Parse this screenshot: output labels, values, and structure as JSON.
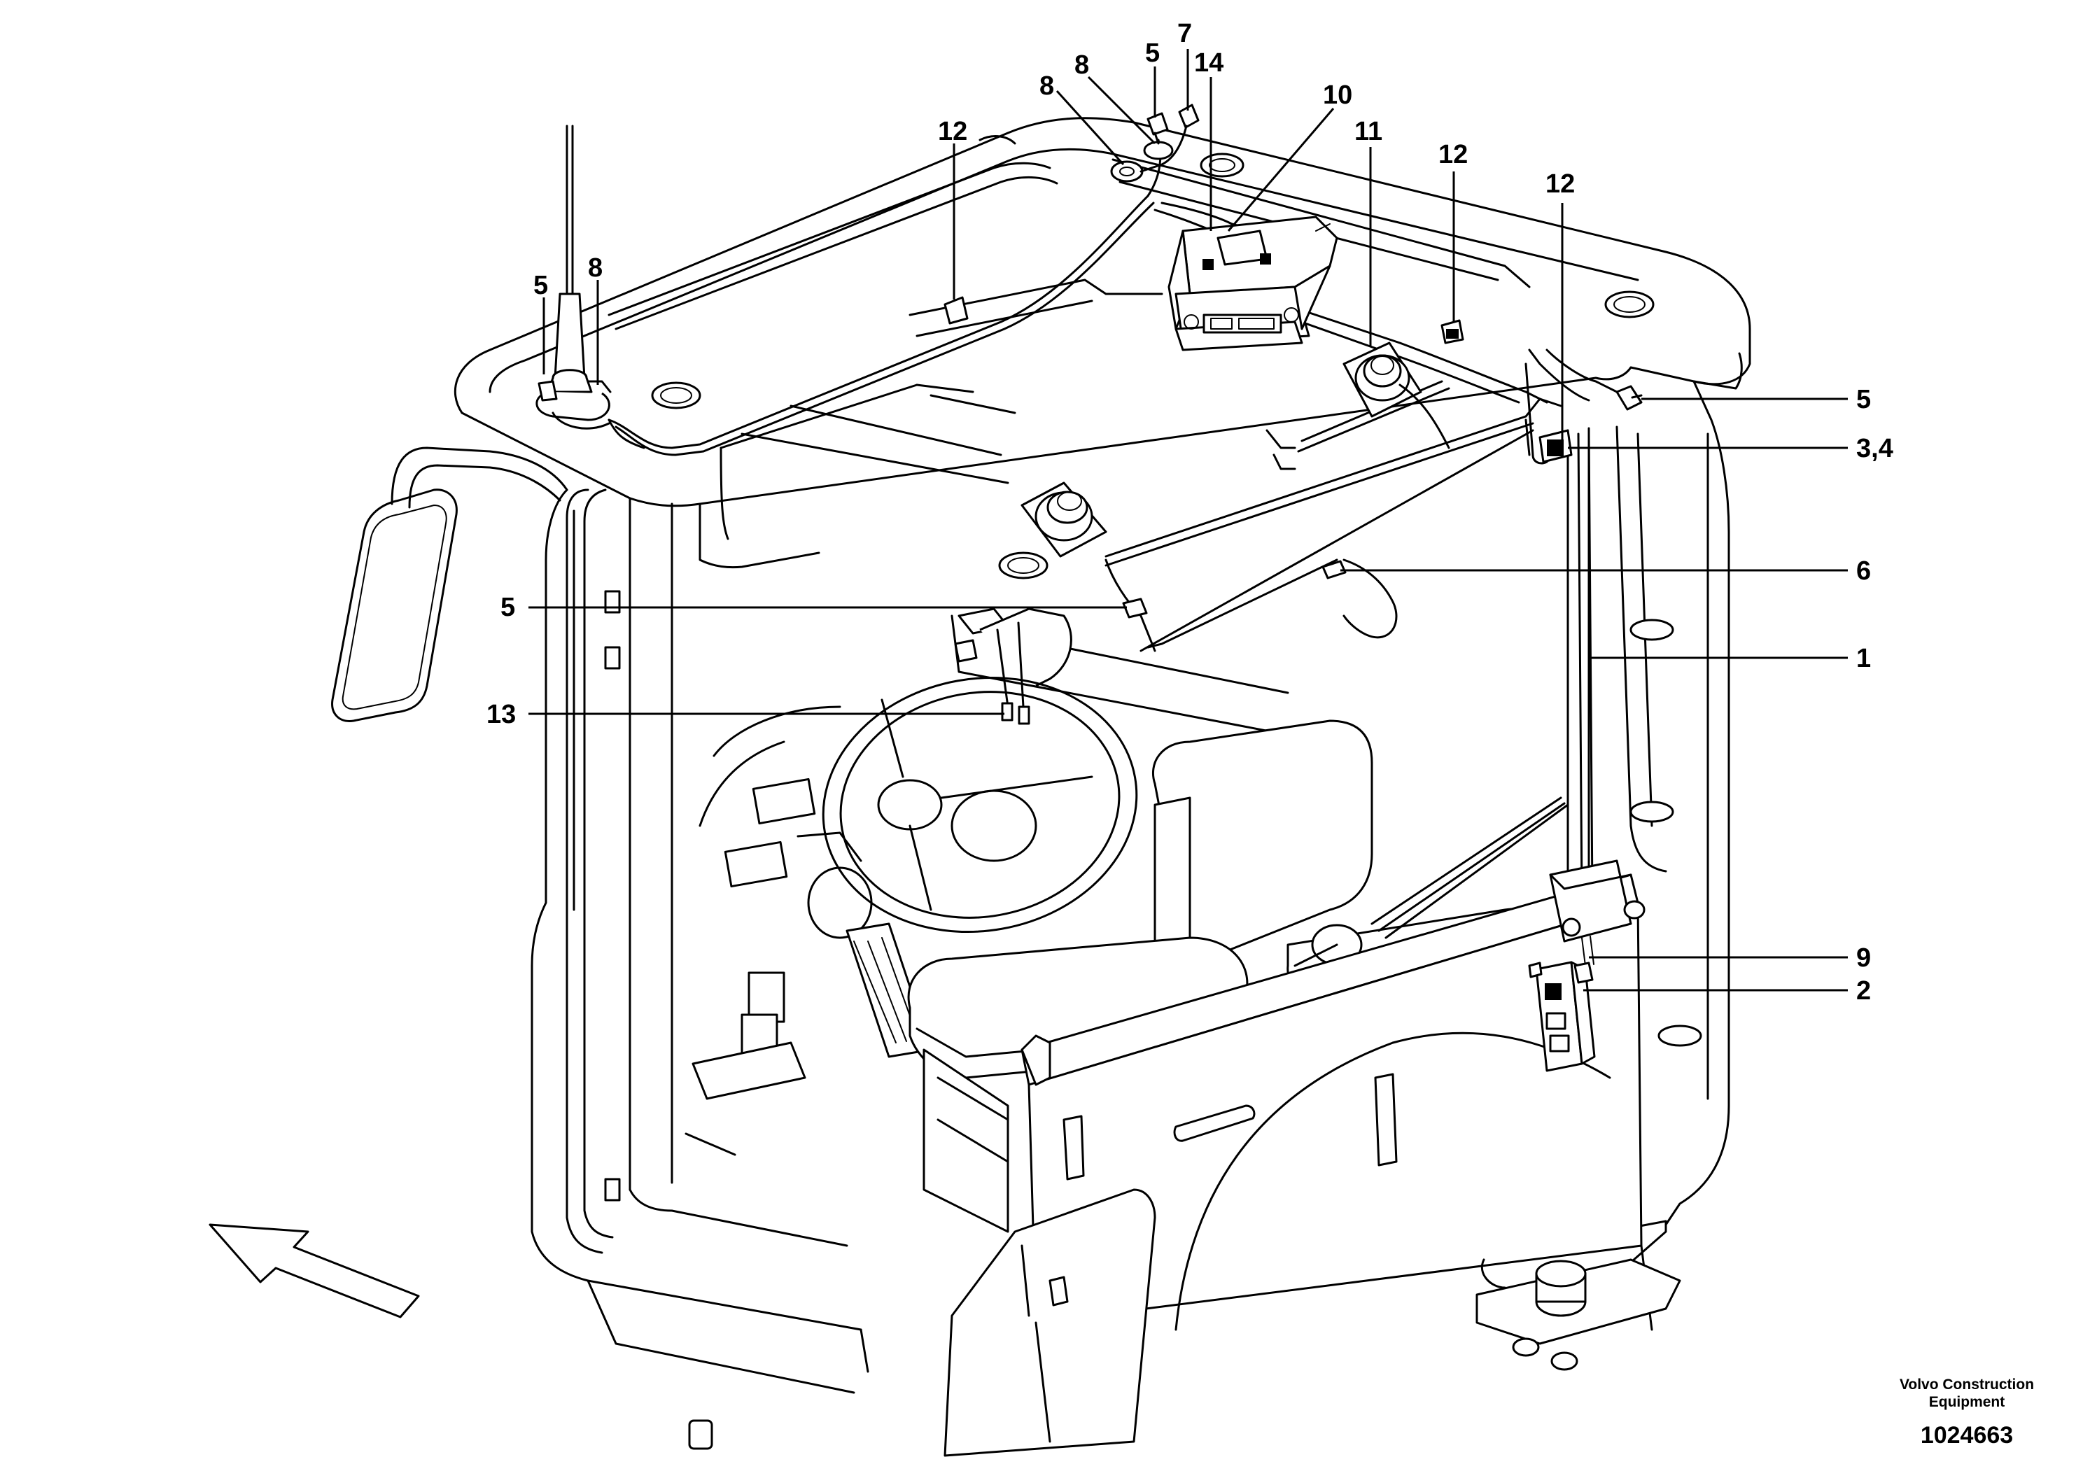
{
  "callouts": {
    "c1": "1",
    "c2": "2",
    "c34": "3,4",
    "c5_top": "5",
    "c5_left": "5",
    "c5_right": "5",
    "c5_mid": "5",
    "c6": "6",
    "c7": "7",
    "c8_top_left": "8",
    "c8_top_right": "8",
    "c8_antenna": "8",
    "c9": "9",
    "c10": "10",
    "c11": "11",
    "c12_left": "12",
    "c12_mid": "12",
    "c12_right": "12",
    "c13": "13",
    "c14": "14"
  },
  "branding": {
    "line1": "Volvo Construction",
    "line2": "Equipment",
    "doc_number": "1024663"
  },
  "icons": {
    "direction": "arrow-icon"
  }
}
